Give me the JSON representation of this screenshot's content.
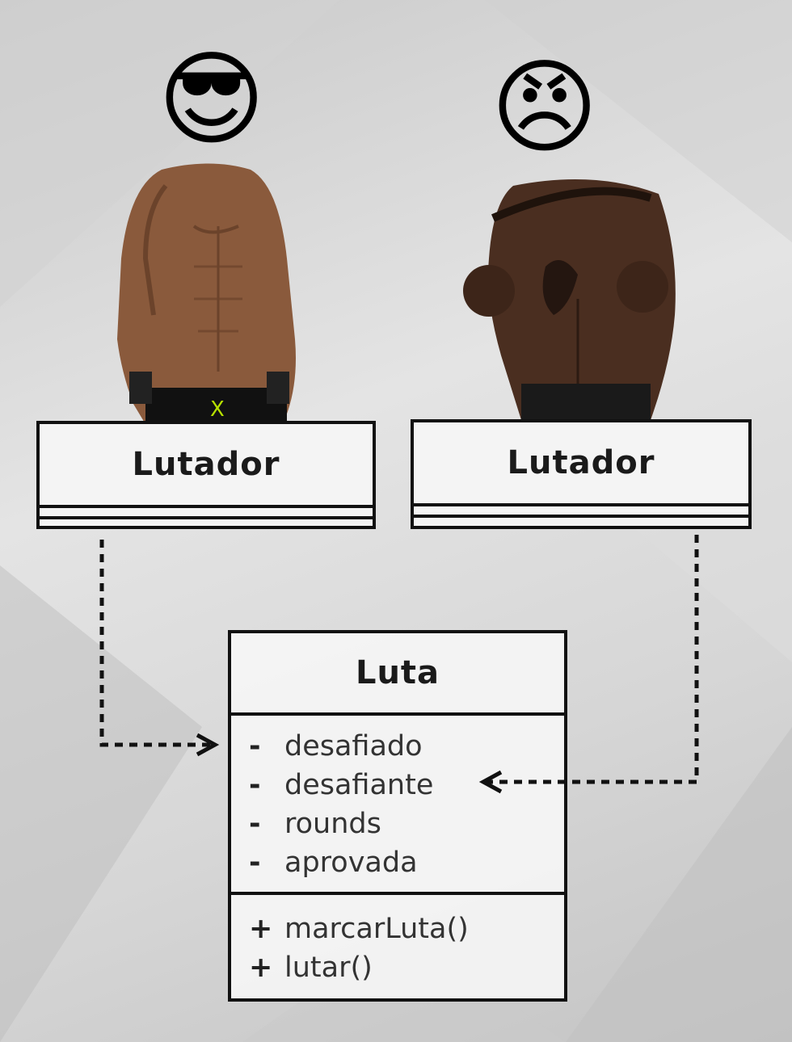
{
  "fighters": [
    {
      "emoji": "😎",
      "icon": "cool-face-icon"
    },
    {
      "emoji": "😠",
      "icon": "angry-face-icon"
    }
  ],
  "classes": {
    "lutador_left": {
      "name": "Lutador"
    },
    "lutador_right": {
      "name": "Lutador"
    },
    "luta": {
      "name": "Luta",
      "attributes": [
        {
          "visibility": "-",
          "name": "desafiado"
        },
        {
          "visibility": "-",
          "name": "desafiante"
        },
        {
          "visibility": "-",
          "name": "rounds"
        },
        {
          "visibility": "-",
          "name": "aprovada"
        }
      ],
      "methods": [
        {
          "visibility": "+",
          "name": "marcarLuta()"
        },
        {
          "visibility": "+",
          "name": "lutar()"
        }
      ]
    }
  },
  "relations": [
    {
      "from": "Lutador",
      "to": "Luta.desafiado",
      "style": "dashed-arrow"
    },
    {
      "from": "Lutador",
      "to": "Luta.desafiante",
      "style": "dashed-arrow"
    }
  ]
}
